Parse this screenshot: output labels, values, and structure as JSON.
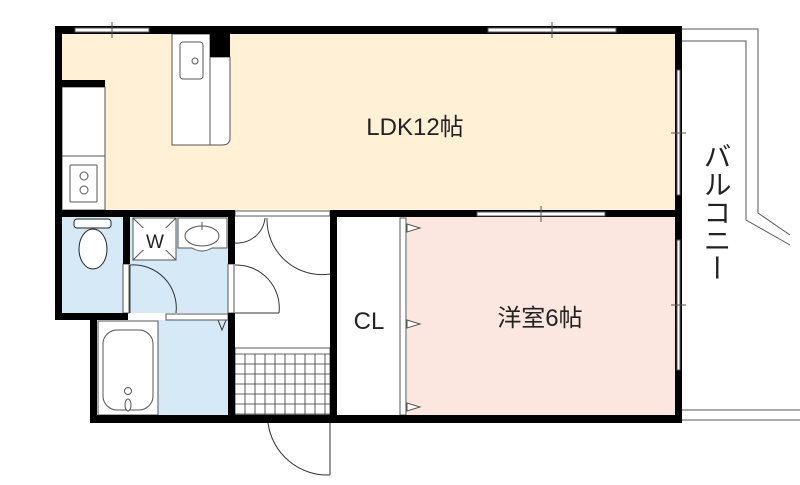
{
  "floor_plan": {
    "rooms": {
      "ldk": {
        "label": "LDK12帖"
      },
      "western_room": {
        "label": "洋室6帖"
      },
      "closet": {
        "label": "CL"
      },
      "washer": {
        "label": "W"
      },
      "balcony": {
        "label": "バルコニー"
      }
    },
    "colors": {
      "ldk_fill": "#fff0d6",
      "western_fill": "#fbe7e0",
      "wet_area_fill": "#d5e9f7",
      "wall": "#000000",
      "line": "#555555"
    }
  }
}
